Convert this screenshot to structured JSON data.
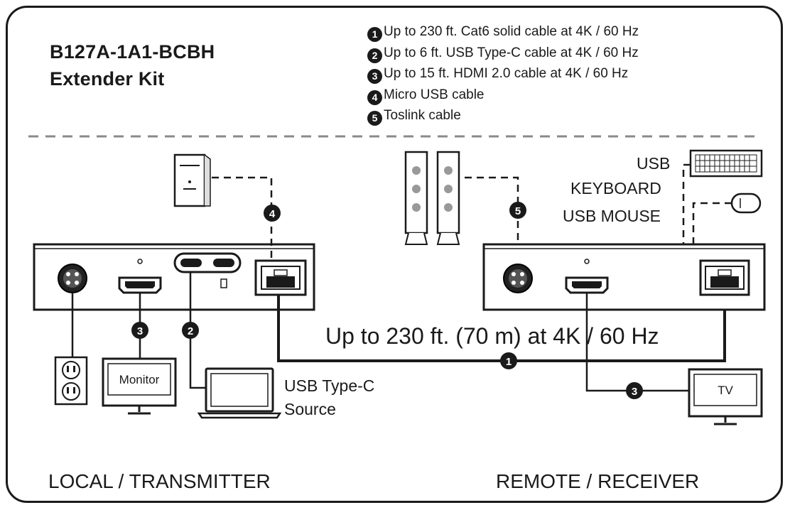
{
  "title": {
    "line1": "B127A-1A1-BCBH",
    "line2": "Extender Kit"
  },
  "legend": [
    {
      "num": "1",
      "text": "Up to 230 ft. Cat6 solid cable at 4K / 60 Hz"
    },
    {
      "num": "2",
      "text": "Up to 6 ft. USB Type-C cable at 4K / 60 Hz"
    },
    {
      "num": "3",
      "text": "Up to 15 ft. HDMI 2.0 cable at 4K / 60 Hz"
    },
    {
      "num": "4",
      "text": "Micro USB cable"
    },
    {
      "num": "5",
      "text": "Toslink cable"
    }
  ],
  "labels": {
    "monitor": "Monitor",
    "tv": "TV",
    "usb_type_c": "USB Type-C",
    "source": "Source",
    "usb_keyboard_1": "USB",
    "usb_keyboard_2": "KEYBOARD",
    "usb_mouse": "USB MOUSE",
    "distance": "Up to 230 ft. (70 m) at 4K / 60 Hz"
  },
  "footer": {
    "left": "LOCAL / TRANSMITTER",
    "right": "REMOTE / RECEIVER"
  },
  "badges": {
    "cat6": "1",
    "usb_c": "2",
    "hdmi_local": "3",
    "hdmi_remote": "3",
    "micro_usb": "4",
    "toslink": "5"
  }
}
